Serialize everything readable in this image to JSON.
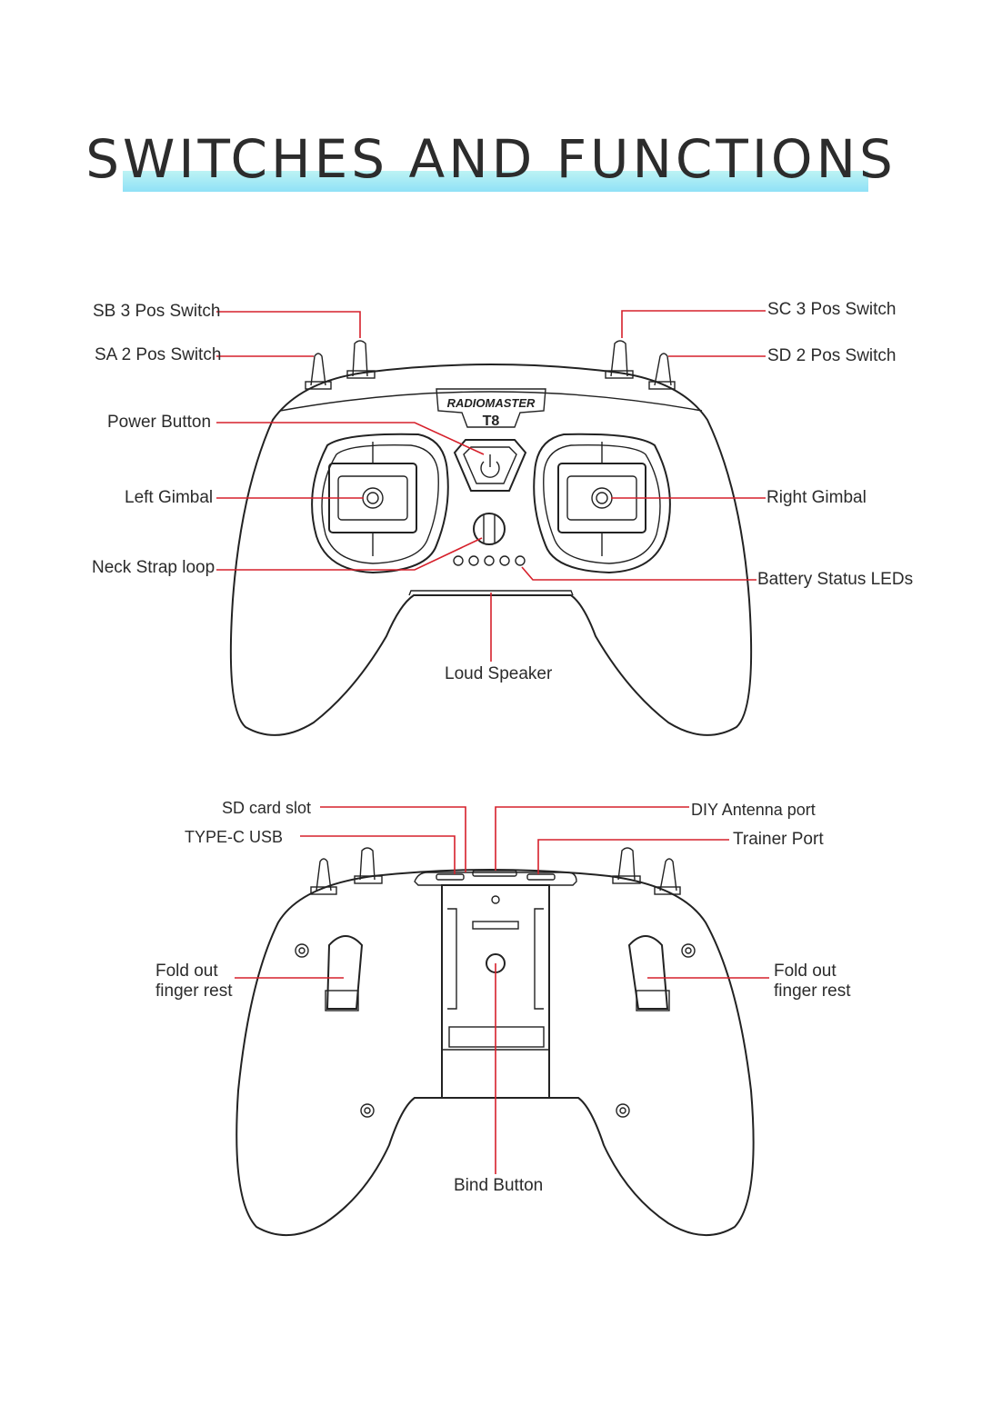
{
  "title": "SWITCHES AND FUNCTIONS",
  "front": {
    "brand": "RADIOMASTER",
    "model": "T8",
    "labels": {
      "sb": "SB 3 Pos Switch",
      "sa": "SA 2 Pos Switch",
      "sc": "SC 3 Pos Switch",
      "sd": "SD 2 Pos Switch",
      "power": "Power Button",
      "left_gimbal": "Left Gimbal",
      "right_gimbal": "Right Gimbal",
      "neck_strap": "Neck Strap loop",
      "battery_leds": "Battery Status LEDs",
      "speaker": "Loud Speaker"
    }
  },
  "back": {
    "labels": {
      "sd_card": "SD card slot",
      "type_c": "TYPE-C USB",
      "antenna": "DIY Antenna port",
      "trainer": "Trainer Port",
      "finger_rest_left_1": "Fold out",
      "finger_rest_left_2": "finger rest",
      "finger_rest_right_1": "Fold out",
      "finger_rest_right_2": "finger rest",
      "bind": "Bind Button"
    }
  },
  "colors": {
    "leader_line": "#d6202b",
    "title_highlight": "#8fe1f6",
    "outline": "#222222"
  }
}
